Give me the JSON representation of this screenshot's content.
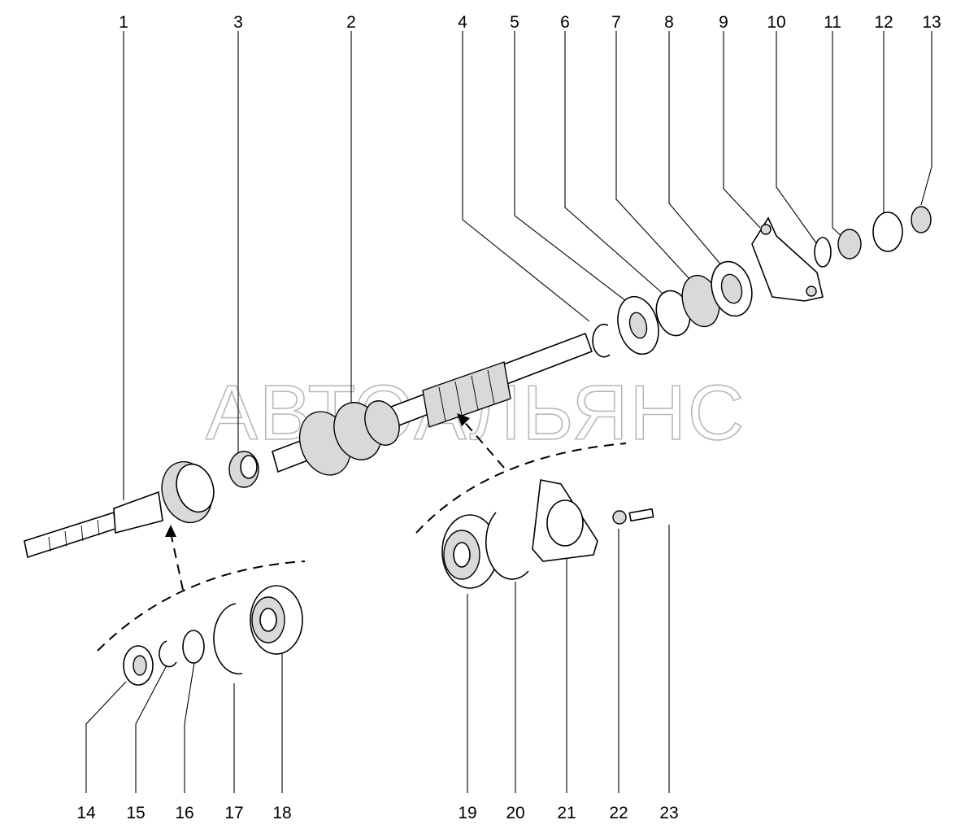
{
  "watermark": "АВТОАЛЬЯНС",
  "callouts": [
    "1",
    "2",
    "3",
    "4",
    "5",
    "6",
    "7",
    "8",
    "9",
    "10",
    "11",
    "12",
    "13",
    "14",
    "15",
    "16",
    "17",
    "18",
    "19",
    "20",
    "21",
    "22",
    "23"
  ]
}
